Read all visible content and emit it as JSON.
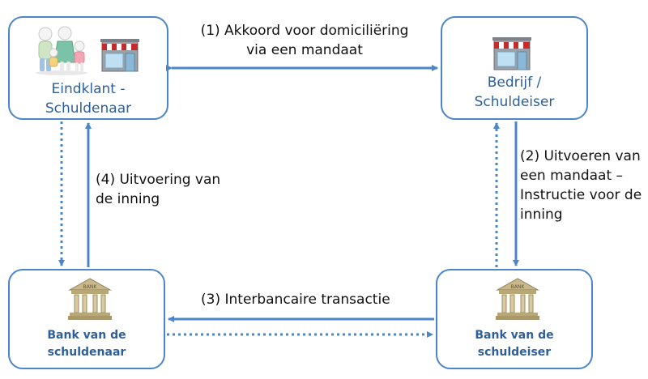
{
  "colors": {
    "accent": "#4a86c8",
    "label": "#2f5f9a",
    "text": "#111111"
  },
  "nodes": {
    "customer": {
      "line1": "Eindklant -",
      "line2": "Schuldenaar",
      "icons": [
        "family-icon",
        "shop-icon"
      ]
    },
    "company": {
      "line1": "Bedrijf /",
      "line2": "Schuldeiser",
      "icons": [
        "shop-icon"
      ]
    },
    "debtor_bank": {
      "line1": "Bank van de",
      "line2": "schuldenaar",
      "icons": [
        "bank-building-icon"
      ]
    },
    "creditor_bank": {
      "line1": "Bank van de",
      "line2": "schuldeiser",
      "icons": [
        "bank-building-icon"
      ]
    }
  },
  "connections": {
    "c1": {
      "line1": "(1) Akkoord voor domiciliëring",
      "line2": "via een mandaat"
    },
    "c2": {
      "line1": "(2) Uitvoeren van",
      "line2": "een mandaat –",
      "line3": "Instructie voor de",
      "line4": "inning"
    },
    "c3": {
      "line1": "(3) Interbancaire transactie"
    },
    "c4": {
      "line1": "(4) Uitvoering van",
      "line2": "de inning"
    }
  },
  "bank_sign": "BANK"
}
